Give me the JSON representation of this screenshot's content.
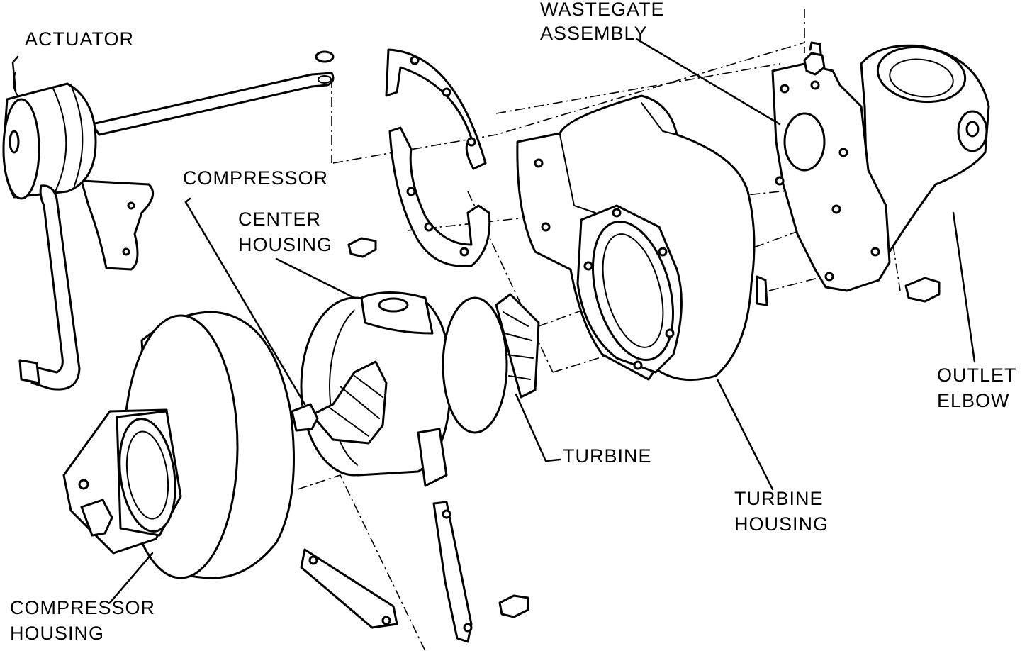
{
  "labels": {
    "actuator": "ACTUATOR",
    "wastegate_line1": "WASTEGATE",
    "wastegate_line2": "ASSEMBLY",
    "compressor": "COMPRESSOR",
    "center_line1": "CENTER",
    "center_line2": "HOUSING",
    "turbine": "TURBINE",
    "turbine_housing_line1": "TURBINE",
    "turbine_housing_line2": "HOUSING",
    "outlet_line1": "OUTLET",
    "outlet_line2": "ELBOW",
    "compressor_housing_line1": "COMPRESSOR",
    "compressor_housing_line2": "HOUSING"
  },
  "colors": {
    "ink": "#000000",
    "paper": "#ffffff"
  }
}
